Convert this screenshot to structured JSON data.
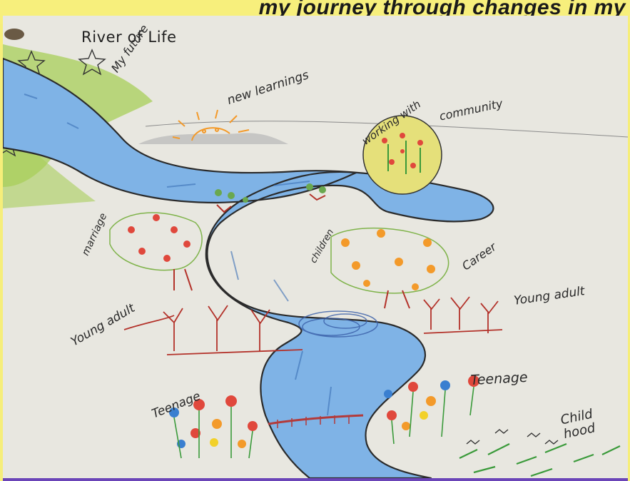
{
  "caption": {
    "top_text": "my journey through changes in my"
  },
  "drawing": {
    "title": "River of Life",
    "labels": {
      "my_future": "My future",
      "new_learnings": "new learnings",
      "working_with": "working with",
      "community": "community",
      "marriage": "marriage",
      "children": "children",
      "career": "Career",
      "young_adult_left": "Young adult",
      "young_adult_right": "Young adult",
      "teenage_left": "Teenage",
      "teenage_right": "Teenage",
      "childhood": "Child hood"
    },
    "colors": {
      "paper": "#ecebe5",
      "river_fill": "#7fb3e6",
      "river_outline": "#2b2b2b",
      "grass": "#9cc84a",
      "sun": "#f39a2a",
      "tree_trunk": "#b3322a",
      "flower_red": "#e0483c",
      "flower_orange": "#f39a2a",
      "flower_yellow": "#f2d12a",
      "bottom_border": "#6b45b8"
    }
  }
}
